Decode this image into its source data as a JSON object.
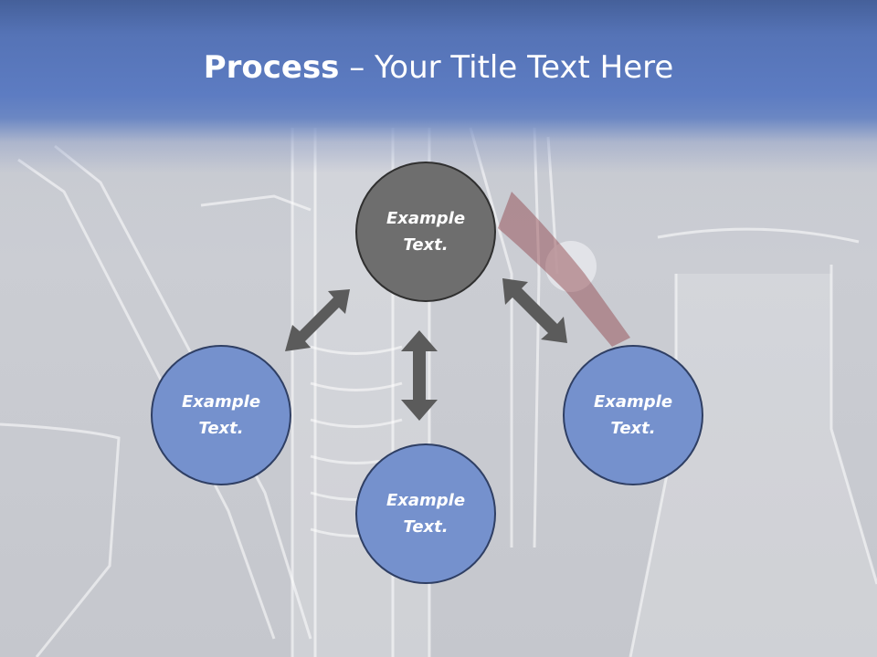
{
  "slide": {
    "title_bold": "Process",
    "title_rest": " – Your Title Text Here"
  },
  "diagram": {
    "nodes": [
      {
        "id": "top",
        "line1": "Example",
        "line2": "Text.",
        "color": "#6e6e6e"
      },
      {
        "id": "left",
        "line1": "Example",
        "line2": "Text.",
        "color": "#7591cd"
      },
      {
        "id": "bottom",
        "line1": "Example",
        "line2": "Text.",
        "color": "#7591cd"
      },
      {
        "id": "right",
        "line1": "Example",
        "line2": "Text.",
        "color": "#7591cd"
      }
    ],
    "arrow_color": "#5b5b5b"
  }
}
